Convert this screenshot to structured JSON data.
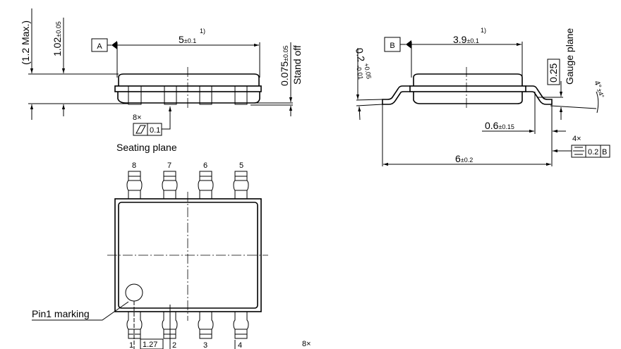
{
  "side_view_a": {
    "datum": "A",
    "length": "5",
    "length_tol": "±0.1",
    "length_note": "1)",
    "max_height": "(1.2 Max.)",
    "body_height": "1.02",
    "body_height_tol": "±0.05",
    "standoff": "0.075",
    "standoff_tol": "±0.05",
    "standoff_label": "Stand off",
    "count": "8×",
    "flatness_symbol": "flatness-icon",
    "flatness_value": "0.1",
    "seating_label": "Seating plane"
  },
  "side_view_b": {
    "datum": "B",
    "width": "3.9",
    "width_tol": "±0.1",
    "width_note": "1)",
    "lead_thickness": "0.2",
    "lead_thickness_tol_plus": "+0.05",
    "lead_thickness_tol_minus": "-0.01",
    "gauge_value": "0.25",
    "gauge_label": "Gauge plane",
    "angle": "4°",
    "angle_tol": "±4°",
    "foot_length": "0.6",
    "foot_length_tol": "±0.15",
    "count": "4×",
    "symmetry_symbol": "symmetry-icon",
    "symmetry_value": "0.2",
    "symmetry_datum": "B",
    "overall_width": "6",
    "overall_width_tol": "±0.2"
  },
  "top_view": {
    "top_pins": [
      "8",
      "7",
      "6",
      "5"
    ],
    "bottom_pins": [
      "1",
      "2",
      "3",
      "4"
    ],
    "pitch": "1.27",
    "pin1_label": "Pin1 marking",
    "count": "8×"
  }
}
